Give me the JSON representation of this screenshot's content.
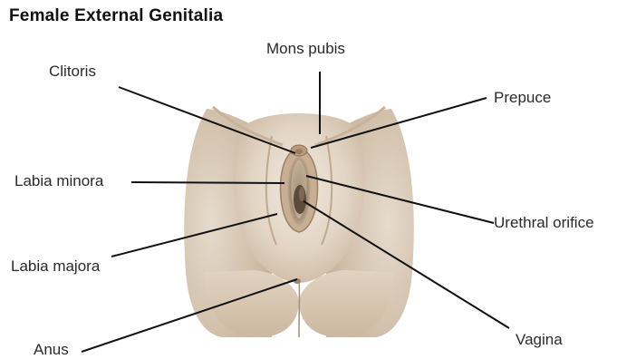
{
  "title": "Female External Genitalia",
  "labels": {
    "mons_pubis": "Mons pubis",
    "clitoris": "Clitoris",
    "prepuce": "Prepuce",
    "labia_minora": "Labia minora",
    "urethral_orifice": "Urethral orifice",
    "labia_majora": "Labia majora",
    "vagina": "Vagina",
    "anus": "Anus"
  },
  "colors": {
    "skin_light": "#ece3d8",
    "skin_mid": "#d6c4ae",
    "skin_shadow": "#a68f76",
    "leader_line": "#111111",
    "label_text": "#2a2a2a"
  }
}
